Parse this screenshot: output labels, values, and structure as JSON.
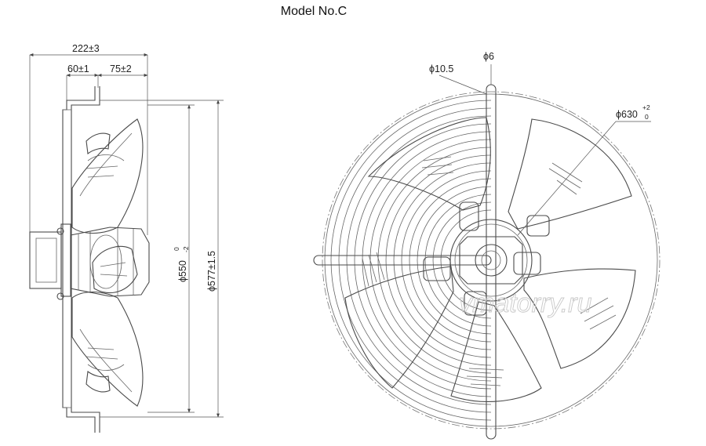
{
  "title": "Model No.C",
  "side_view": {
    "dim_total_depth": "222±3",
    "dim_front": "60±1",
    "dim_rear": "75±2",
    "dim_blade_dia": "ϕ550",
    "dim_blade_tol_upper": "0",
    "dim_blade_tol_lower": "-2",
    "dim_guard_dia": "ϕ577±1.5"
  },
  "front_view": {
    "dim_hole": "ϕ10.5",
    "dim_wire": "ϕ6",
    "dim_outer": "ϕ630",
    "dim_outer_tol_upper": "+2",
    "dim_outer_tol_lower": "0"
  },
  "watermark": "vmatorry.ru"
}
